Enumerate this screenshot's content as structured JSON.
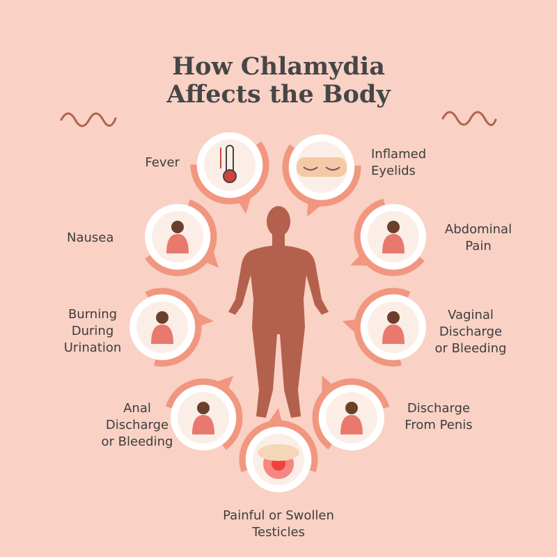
{
  "title": {
    "line1": "How Chlamydia",
    "line2": "Affects the Body"
  },
  "colors": {
    "background": "#f9d1c5",
    "body": "#b3614d",
    "accent": "#f1967f",
    "squiggle": "#b3614d",
    "text": "#3d3d3d"
  },
  "symptoms": [
    {
      "id": "fever",
      "lines": [
        "Fever"
      ],
      "icon": "thermometer-icon"
    },
    {
      "id": "inflamed-eyelids",
      "lines": [
        "Inflamed",
        "Eyelids"
      ],
      "icon": "closed-eyes-icon"
    },
    {
      "id": "nausea",
      "lines": [
        "Nausea"
      ],
      "icon": "nauseous-woman-icon"
    },
    {
      "id": "abdominal-pain",
      "lines": [
        "Abdominal",
        "Pain"
      ],
      "icon": "abdominal-pain-woman-icon"
    },
    {
      "id": "burning-urination",
      "lines": [
        "Burning",
        "During",
        "Urination"
      ],
      "icon": "woman-discomfort-icon"
    },
    {
      "id": "vaginal-discharge",
      "lines": [
        "Vaginal",
        "Discharge",
        "or Bleeding"
      ],
      "icon": "uterus-icon"
    },
    {
      "id": "anal-discharge",
      "lines": [
        "Anal",
        "Discharge",
        "or Bleeding"
      ],
      "icon": "person-back-pain-icon"
    },
    {
      "id": "penile-discharge",
      "lines": [
        "Discharge",
        "From Penis"
      ],
      "icon": "pelvis-icon"
    },
    {
      "id": "testicles",
      "lines": [
        "Painful or Swollen",
        "Testicles"
      ],
      "icon": "swollen-testicles-icon"
    }
  ]
}
